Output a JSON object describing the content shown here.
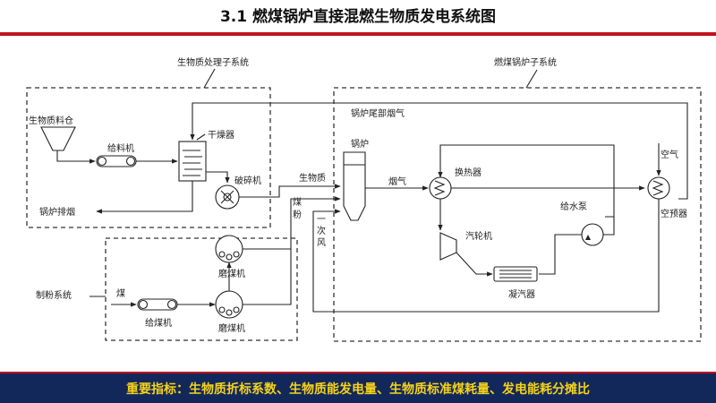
{
  "header": {
    "title": "3.1 燃煤锅炉直接混燃生物质发电系统图"
  },
  "diagram": {
    "subsystems": {
      "biomass": "生物质处理子系统",
      "boiler": "燃煤锅炉子系统",
      "pulverizing": "制粉系统"
    },
    "labels": {
      "silo": "生物质料仓",
      "feeder": "给料机",
      "dryer": "干燥器",
      "crusher": "破碎机",
      "boiler_exhaust": "锅炉排烟",
      "tail_flue": "锅炉尾部烟气",
      "boiler": "锅炉",
      "biomass": "生物质",
      "coal_powder": "煤粉",
      "primary_air": "一次风",
      "flue_gas": "烟气",
      "heat_exchanger": "换热器",
      "air": "空气",
      "air_preheater": "空预器",
      "feed_pump": "给水泵",
      "turbine": "汽轮机",
      "condenser": "凝汽器",
      "coal_mill_1": "磨煤机",
      "coal_mill_2": "磨煤机",
      "coal": "煤",
      "coal_feeder": "给煤机"
    }
  },
  "footer": {
    "text": "重要指标：生物质折标系数、生物质能发电量、生物质标准煤耗量、发电能耗分摊比"
  }
}
